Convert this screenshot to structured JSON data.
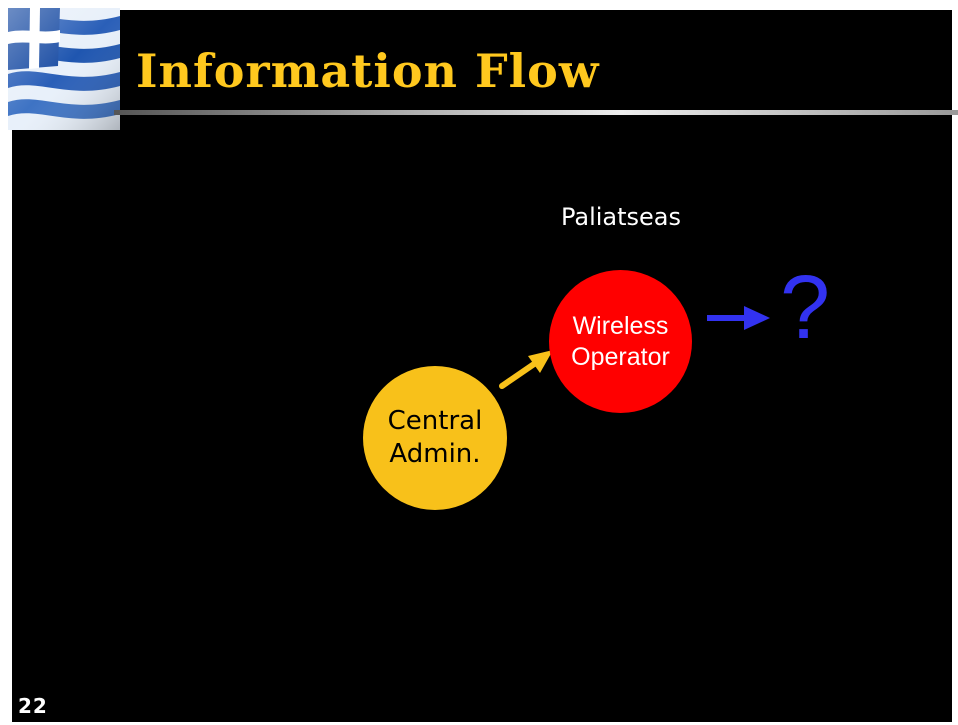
{
  "slide": {
    "title": "Information Flow",
    "number": "22"
  },
  "diagram": {
    "caption": "Paliatseas",
    "nodes": [
      {
        "id": "central-admin",
        "label": "Central\nAdmin.",
        "color": "#F8C11A"
      },
      {
        "id": "wireless-operator",
        "label": "Wireless\nOperator",
        "color": "#FF0000"
      }
    ],
    "unknown_target": "?",
    "edges": [
      {
        "from": "central-admin",
        "to": "wireless-operator",
        "color": "#F8C11A"
      },
      {
        "from": "wireless-operator",
        "to": "?",
        "color": "#3232F0"
      }
    ]
  },
  "colors": {
    "background": "#000000",
    "title": "#FFC81E",
    "question": "#3232F0"
  },
  "icons": {
    "logo": "greek-flag-icon"
  }
}
